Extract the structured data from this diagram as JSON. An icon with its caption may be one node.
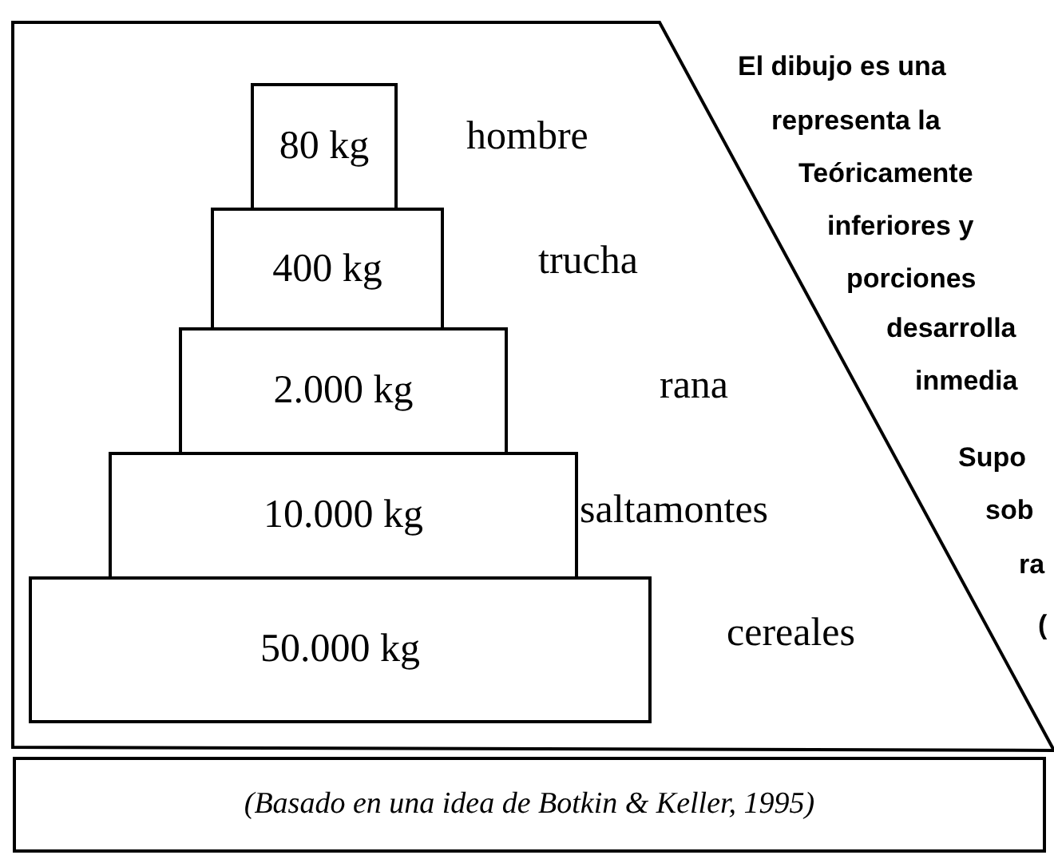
{
  "diagram": {
    "caption": "(Basado en una idea de Botkin & Keller, 1995)",
    "nodes": [
      {
        "text": [
          "80 kg"
        ],
        "beside": [
          "hombre"
        ]
      },
      {
        "text": [
          "400 kg"
        ],
        "beside": [
          "trucha"
        ]
      },
      {
        "text": [
          "2.000 kg"
        ],
        "beside": [
          "rana"
        ]
      },
      {
        "text": [
          "10.000 kg"
        ],
        "beside": [
          "saltamontes"
        ]
      },
      {
        "text": [
          "50.000 kg"
        ],
        "beside": [
          "cereales"
        ]
      }
    ],
    "edges": [],
    "labels": [
      "El dibujo es una",
      "representa la",
      "Teóricamente",
      "inferiores y",
      "porciones",
      "desarrolla",
      "inmedia",
      "Supo",
      "sob",
      "ra",
      "("
    ]
  }
}
